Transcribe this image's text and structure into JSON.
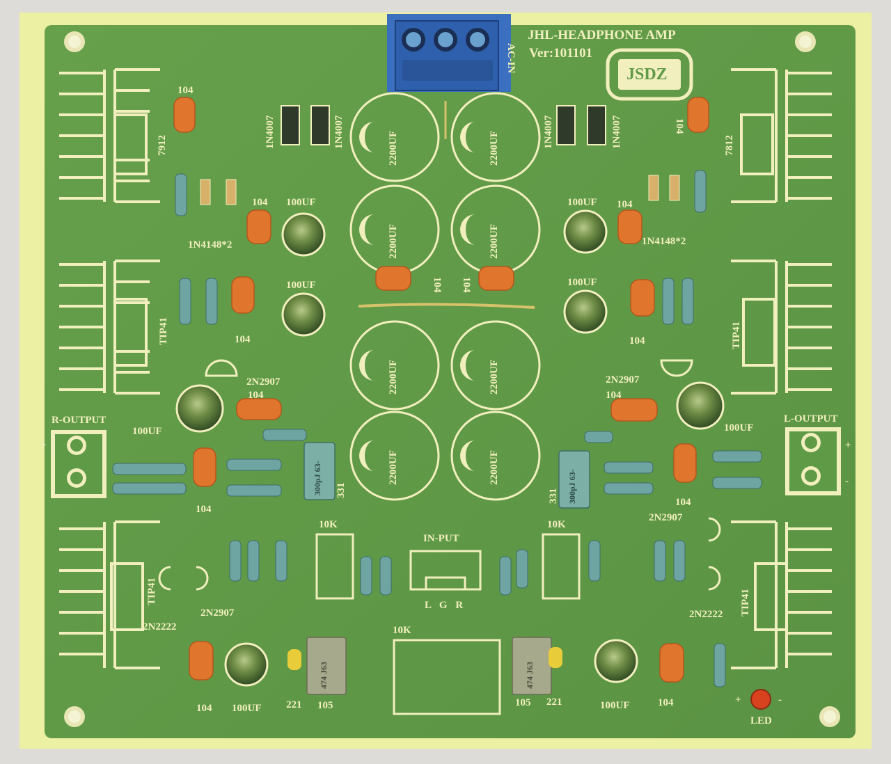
{
  "board": {
    "title": "JHL-HEADPHONE AMP",
    "version": "Ver:101101",
    "logo": "JSDZ",
    "colors": {
      "background": "#dedcd9",
      "board_edge": "#ecf0a2",
      "board_green": "#5f9a47",
      "silk": "#f2efbf",
      "terminal_blue": "#2d5fa8",
      "cap_orange": "#e0762d",
      "resistor_body": "#6ea4a2",
      "cap_film": "#7cb0a7",
      "electrolytic": "#4d6a38"
    }
  },
  "labels": {
    "ac_in": "AC-IN",
    "r_output": "R-OUTPUT",
    "l_output": "L-OUTPUT",
    "input": "IN-PUT",
    "input_channels": "L G R",
    "led": "LED",
    "plus": "+",
    "minus": "-",
    "c104": "104",
    "c100uf": "100UF",
    "c2200uf": "2200UF",
    "d1n4007": "1N4007",
    "d1n4148": "1N4148*2",
    "reg7912": "7912",
    "reg7812": "7812",
    "tip41": "TIP41",
    "q2n2907": "2N2907",
    "q2n2222": "2N2222",
    "pot10k": "10K",
    "c331": "331",
    "c221": "221",
    "c105": "105",
    "film300pj": "300pJ 63-",
    "film474": "474 J63"
  }
}
